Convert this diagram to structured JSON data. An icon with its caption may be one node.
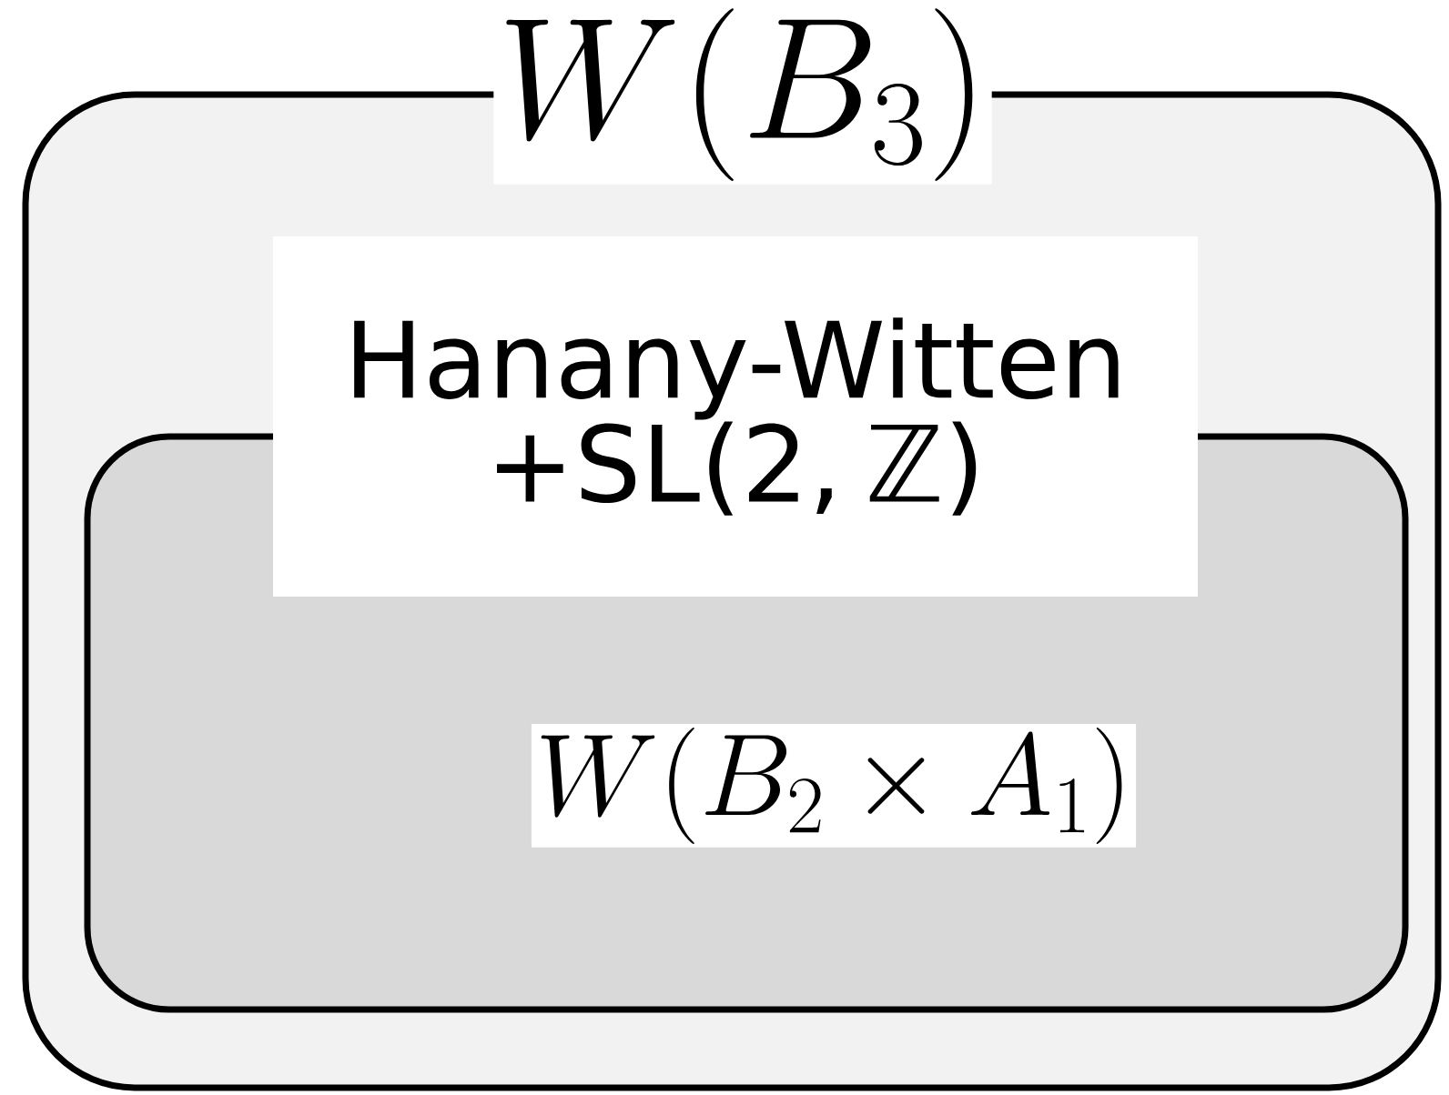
{
  "diagram": {
    "nodes": [
      {
        "text": [
          "W(B_3)"
        ]
      },
      {
        "text": [
          "W(B_2\\times A_1)"
        ],
        "in": 0
      },
      {
        "text": [
          "Hanany-Witten +SL(2, ℤ)"
        ],
        "in": 0
      }
    ]
  }
}
